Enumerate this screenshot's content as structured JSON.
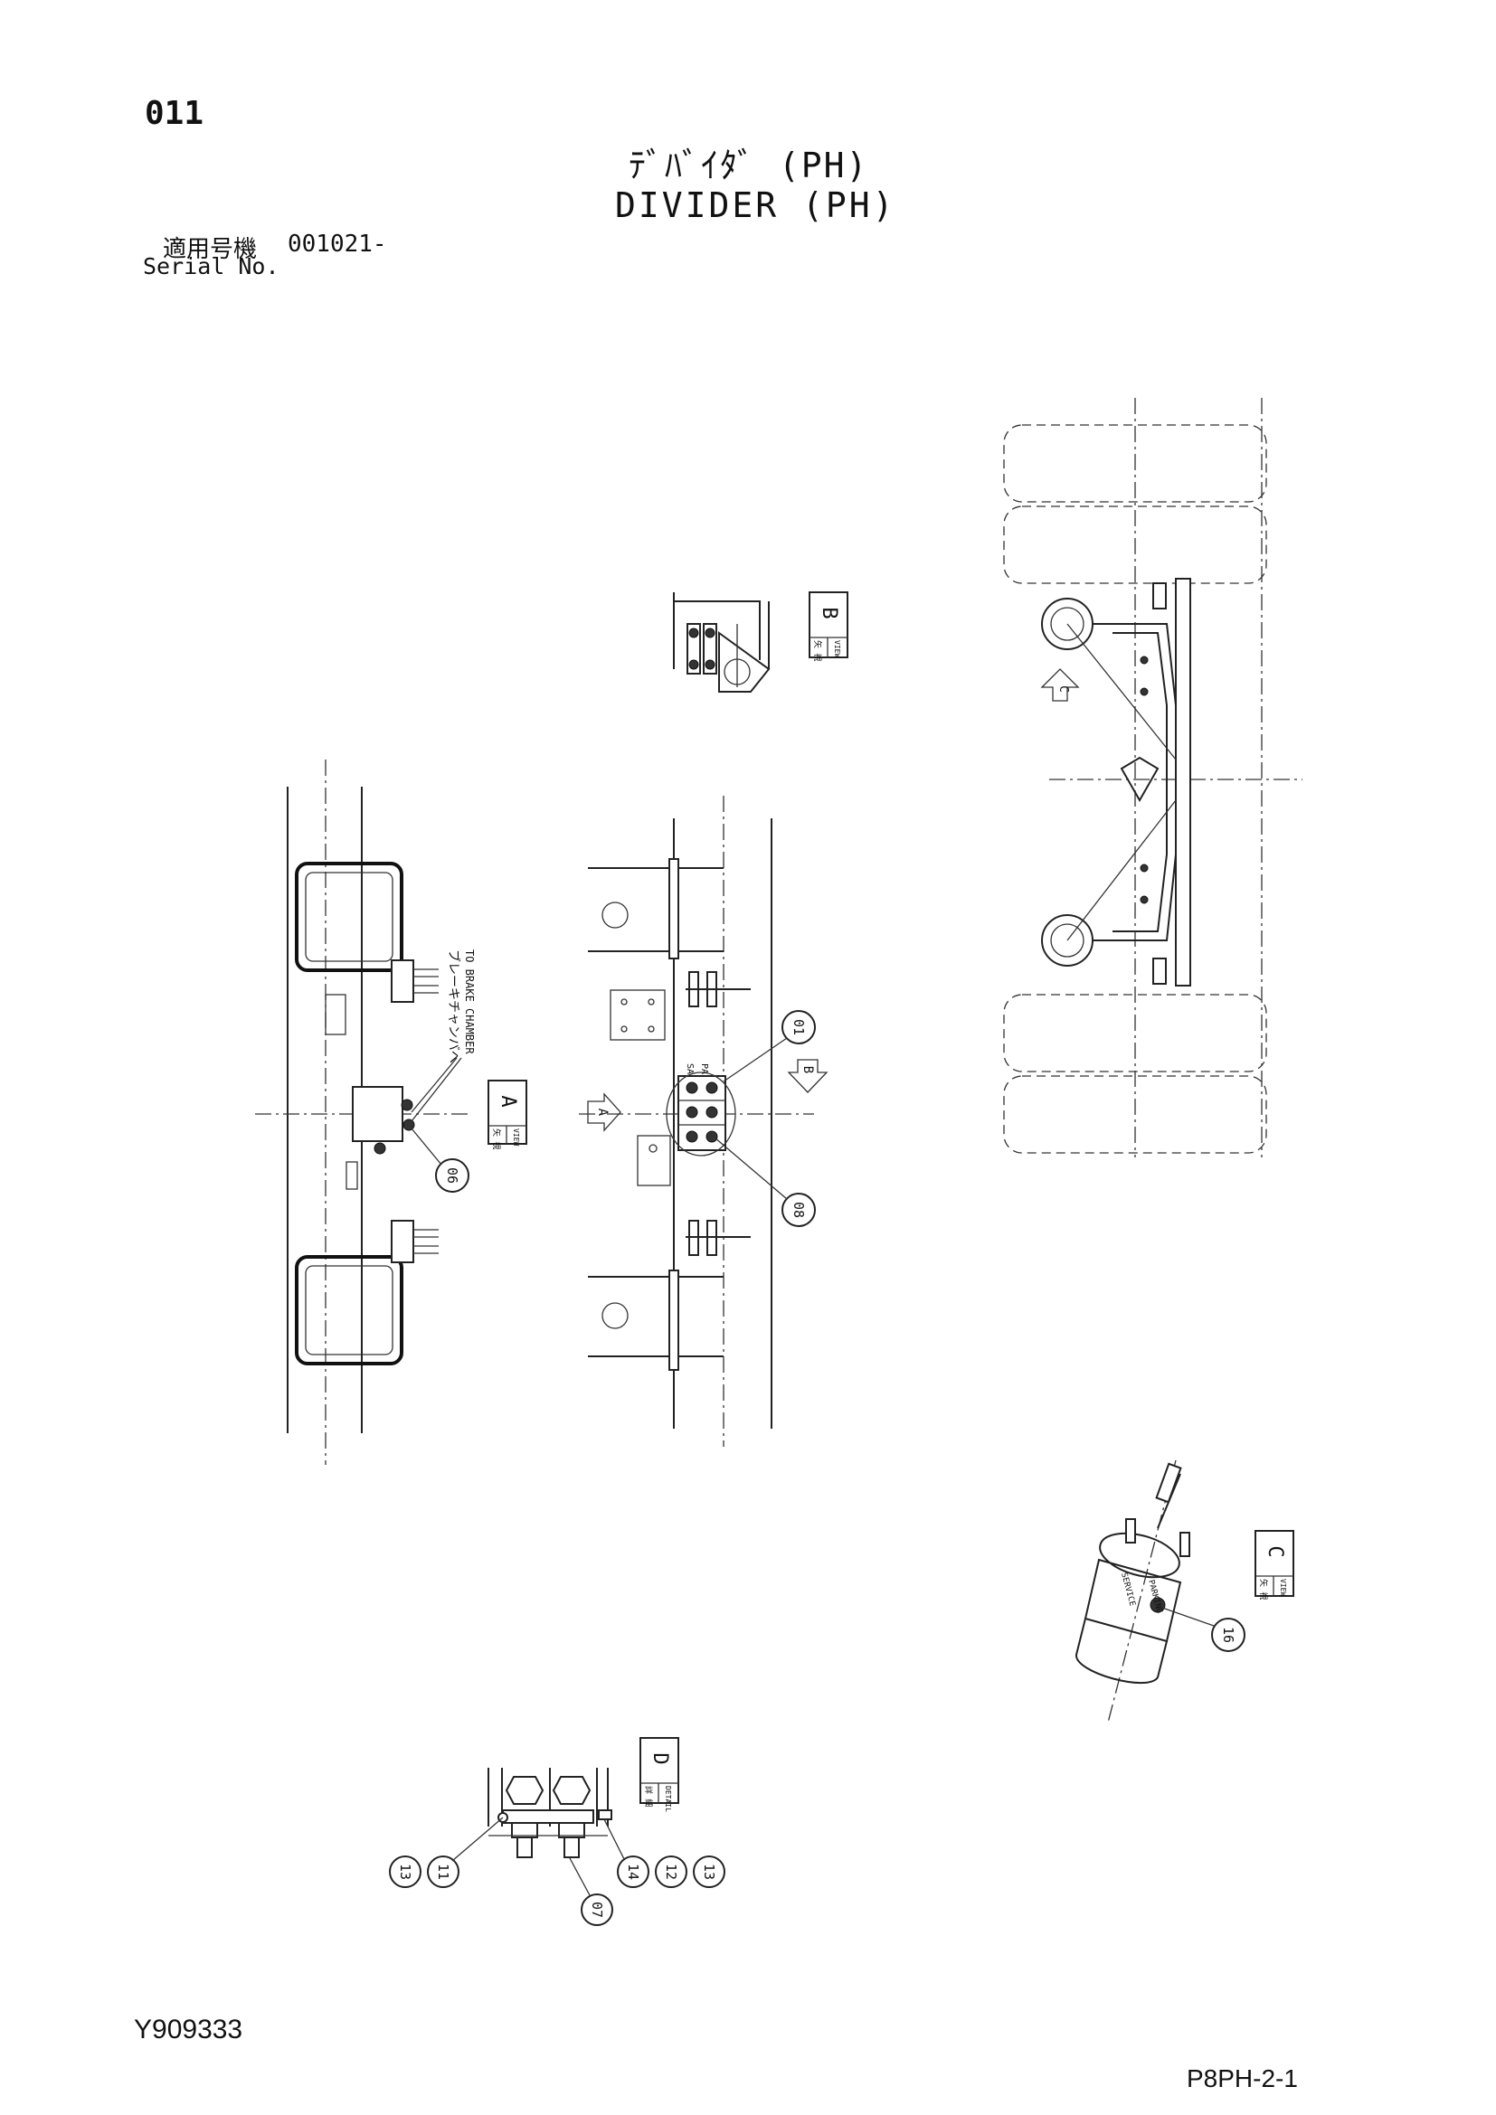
{
  "header": {
    "page_number": "011",
    "title_jp": "ﾃﾞﾊﾞｲﾀﾞ (PH)",
    "title_en": "DIVIDER (PH)",
    "serial_label_jp": "適用号機",
    "serial_value": "001021-",
    "serial_label_en": "Serial No."
  },
  "views": {
    "view_a": {
      "label": "A",
      "caption": "VIEW",
      "caption_jp": "矢 視"
    },
    "view_b": {
      "label": "B",
      "caption": "VIEW",
      "caption_jp": "矢 視"
    },
    "view_c": {
      "label": "C",
      "caption": "VIEW",
      "caption_jp": "矢 視"
    },
    "detail_d": {
      "label": "D",
      "caption": "DETAIL",
      "caption_jp": "詳 細"
    }
  },
  "annotations": {
    "brake_chamber_jp": "ブレーキチャンバへ",
    "brake_chamber_en": "TO BRAKE CHAMBER",
    "port_sa": "SA",
    "port_pa": "PA",
    "arrow_a": "A",
    "arrow_b": "B",
    "arrow_c": "C",
    "chamber_service": "SERVICE",
    "chamber_parking": "PARKING"
  },
  "callouts": {
    "c01": "01",
    "c06": "06",
    "c07": "07",
    "c08": "08",
    "c11": "11",
    "c12": "12",
    "c13a": "13",
    "c13b": "13",
    "c14": "14",
    "c16": "16"
  },
  "footer": {
    "doc_code": "Y909333",
    "sheet_code": "P8PH-2-1"
  }
}
